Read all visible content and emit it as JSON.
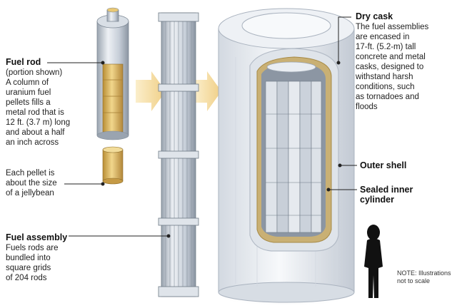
{
  "fuel_rod": {
    "title": "Fuel rod",
    "subtitle": "(portion shown)",
    "description": "A column of\nuranium fuel\npellets fills a\nmetal rod that is\n12 ft. (3.7 m) long\nand about a half\nan inch across"
  },
  "pellet": {
    "description": "Each pellet is\nabout the size\nof a jellybean"
  },
  "fuel_assembly": {
    "title": "Fuel assembly",
    "description": "Fuels rods are\nbundled into\nsquare grids\nof 204 rods"
  },
  "dry_cask": {
    "title": "Dry cask",
    "description": "The fuel assemblies\nare encased in\n17-ft. (5.2-m) tall\nconcrete and metal\ncasks, designed to\nwithstand harsh\nconditions, such\nas tornadoes and\nfloods"
  },
  "outer_shell": {
    "label": "Outer shell"
  },
  "inner_cylinder": {
    "label": "Sealed inner\ncylinder"
  },
  "note": {
    "text": "NOTE: Illustrations\nnot to scale"
  },
  "colors": {
    "metal": "#c9d0d8",
    "metal_dark": "#8e99a6",
    "uranium": "#d9bd6e",
    "arrow": "#f3d9a0",
    "cask": "#e6eaf0",
    "silhouette": "#111111"
  }
}
